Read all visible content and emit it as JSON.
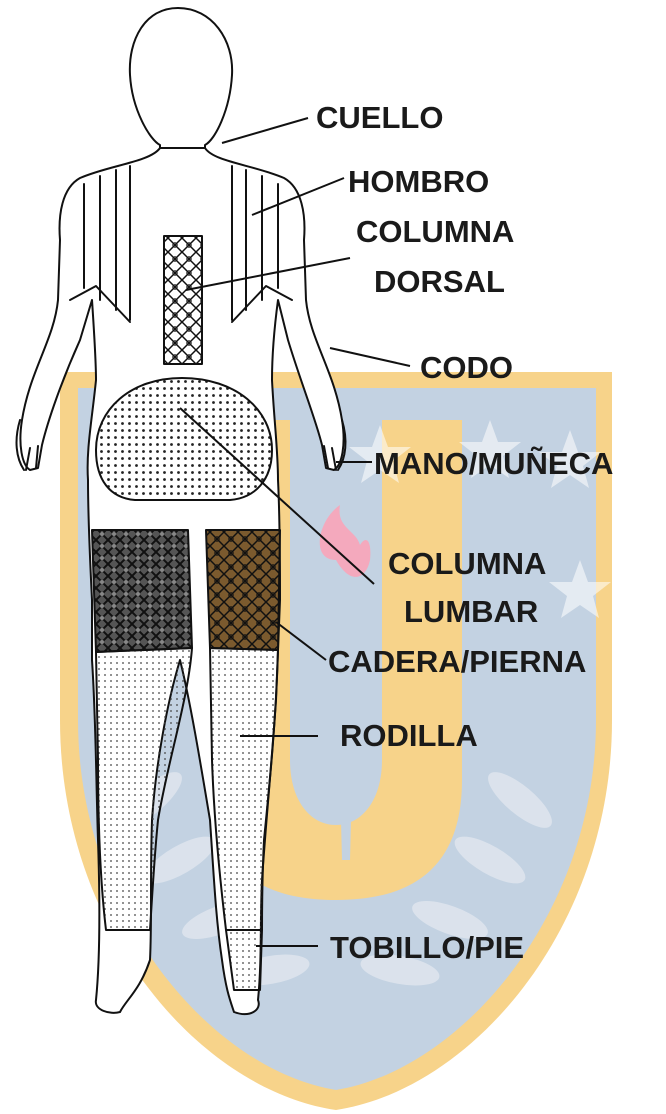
{
  "labels": {
    "cuello": "CUELLO",
    "hombro": "HOMBRO",
    "columna_dorsal_1": "COLUMNA",
    "columna_dorsal_2": "DORSAL",
    "codo": "CODO",
    "mano_muneca": "MANO/MUÑECA",
    "columna_lumbar_1": "COLUMNA",
    "columna_lumbar_2": "LUMBAR",
    "cadera_pierna": "CADERA/PIERNA",
    "rodilla": "RODILLA",
    "tobillo_pie": "TOBILLO/PIE"
  },
  "colors": {
    "watermark_gold": "#f7d38a",
    "watermark_blue": "#c3d2e2",
    "watermark_flame": "#f4a9bd",
    "line": "#111111",
    "label": "#1a1a1a"
  },
  "icons": {
    "watermark": "university-shield-watermark",
    "figure": "human-body-back-view"
  }
}
